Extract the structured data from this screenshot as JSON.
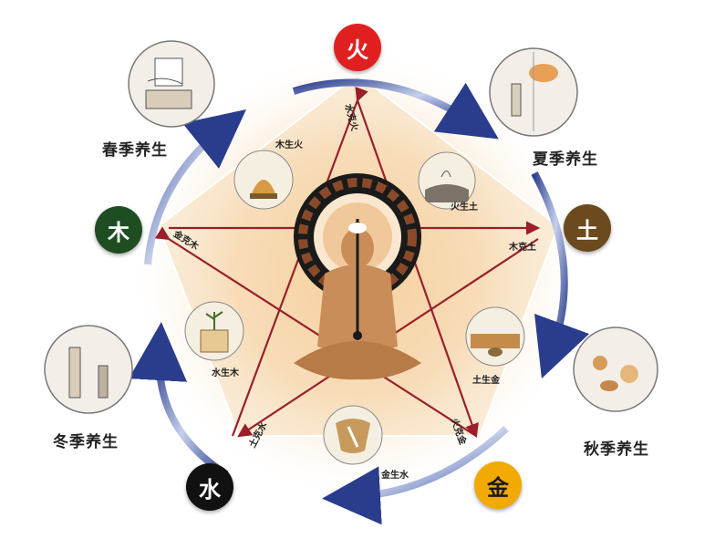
{
  "elements": {
    "fire": {
      "label": "火",
      "color": "#e02020",
      "text_color": "#ffffff"
    },
    "earth": {
      "label": "土",
      "color": "#6b4a1e",
      "text_color": "#ffffff"
    },
    "metal": {
      "label": "金",
      "color": "#f2a900",
      "text_color": "#1a1a1a"
    },
    "water": {
      "label": "水",
      "color": "#111111",
      "text_color": "#ffffff"
    },
    "wood": {
      "label": "木",
      "color": "#1f4d22",
      "text_color": "#ffffff"
    }
  },
  "seasons": {
    "spring": "春季养生",
    "summer": "夏季养生",
    "autumn": "秋季养生",
    "winter": "冬季养生"
  },
  "generating": {
    "wood_fire": "木生火",
    "fire_earth": "火生土",
    "earth_metal": "土生金",
    "metal_water": "金生水",
    "water_wood": "水生木"
  },
  "controlling": {
    "wood_earth": "木克土",
    "fire_metal": "火克金",
    "water_fire": "水克火",
    "earth_water": "土克水",
    "metal_wood": "金克木"
  }
}
